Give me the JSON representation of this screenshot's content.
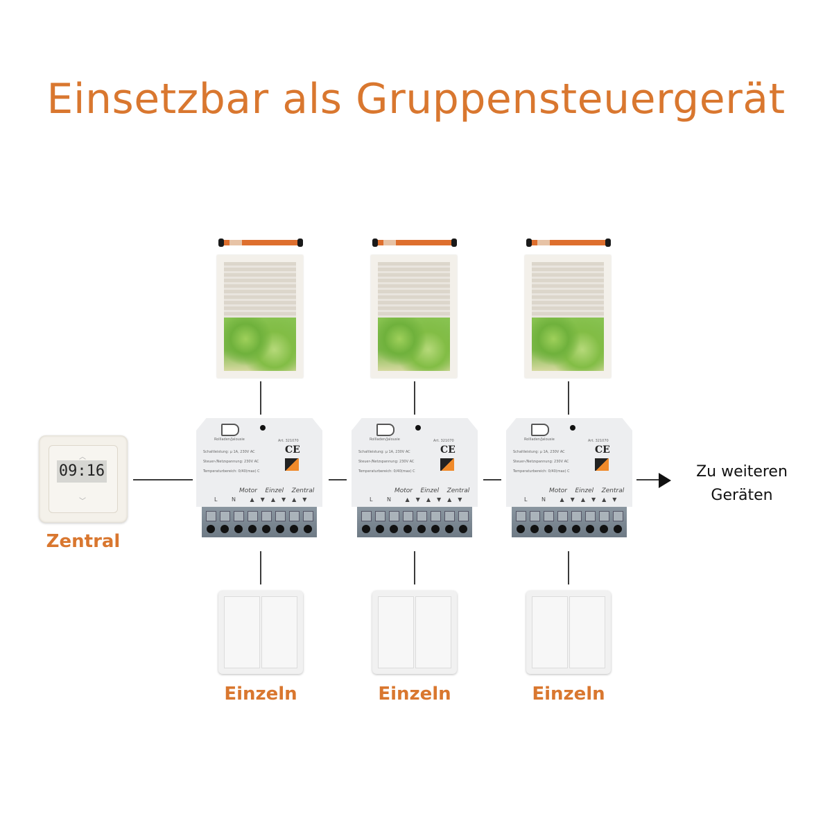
{
  "title": "Einsetzbar als Gruppensteuergerät",
  "central": {
    "label": "Zentral",
    "display_time": "09:16"
  },
  "modules": [
    {
      "button_label": "Rollladen/Jalousie",
      "article": "Art. 321070",
      "spec_lines": [
        "Schaltleistung:   μ 1A, 230V AC",
        "Steuer-/Netzspannung: 230V AC",
        "Temperaturbereich: 0/40(max) C"
      ],
      "ce": "CE",
      "group_labels": [
        "Motor",
        "Einzel",
        "Zentral"
      ],
      "terminals": "L N ▲▼▲▼▲▼"
    },
    {
      "button_label": "Rollladen/Jalousie",
      "article": "Art. 321070",
      "spec_lines": [
        "Schaltleistung:   μ 1A, 230V AC",
        "Steuer-/Netzspannung: 230V AC",
        "Temperaturbereich: 0/40(max) C"
      ],
      "ce": "CE",
      "group_labels": [
        "Motor",
        "Einzel",
        "Zentral"
      ],
      "terminals": "L N ▲▼▲▼▲▼"
    },
    {
      "button_label": "Rollladen/Jalousie",
      "article": "Art. 321070",
      "spec_lines": [
        "Schaltleistung:   μ 1A, 230V AC",
        "Steuer-/Netzspannung: 230V AC",
        "Temperaturbereich: 0/40(max) C"
      ],
      "ce": "CE",
      "group_labels": [
        "Motor",
        "Einzel",
        "Zentral"
      ],
      "terminals": "L N ▲▼▲▼▲▼"
    }
  ],
  "switches": [
    {
      "label": "Einzeln"
    },
    {
      "label": "Einzeln"
    },
    {
      "label": "Einzeln"
    }
  ],
  "more": {
    "line1": "Zu weiteren",
    "line2": "Geräten"
  },
  "colors": {
    "accent": "#d9772f",
    "line": "#3a3a3a",
    "motor": "#de6f2e"
  }
}
